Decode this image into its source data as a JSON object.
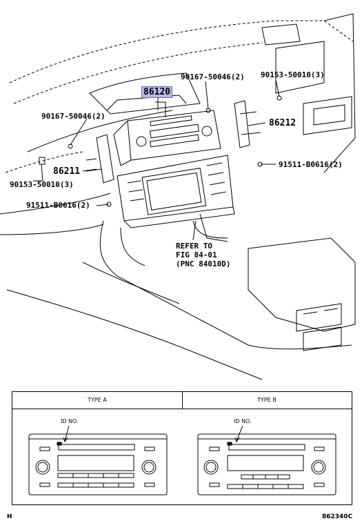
{
  "part_labels": {
    "p86120": "86120",
    "p90167_top": "90167-50046(2)",
    "p90153_top": "90153-50010(3)",
    "p90167_left": "90167-50046(2)",
    "p86212": "86212",
    "p86211": "86211",
    "p91511_right": "91511-B0616(2)",
    "p90153_left": "90153-50010(3)",
    "p91511_left": "91511-B0616(2)"
  },
  "refer": {
    "line1": "REFER TO",
    "line2": "FIG 84-01",
    "line3": "(PNC 84010D)"
  },
  "types": {
    "a_title": "TYPE  A",
    "b_title": "TYPE  B",
    "id_label_a": "ID NO.",
    "id_label_b": "ID NO."
  },
  "footer": {
    "left": "H",
    "right": "862340C"
  }
}
